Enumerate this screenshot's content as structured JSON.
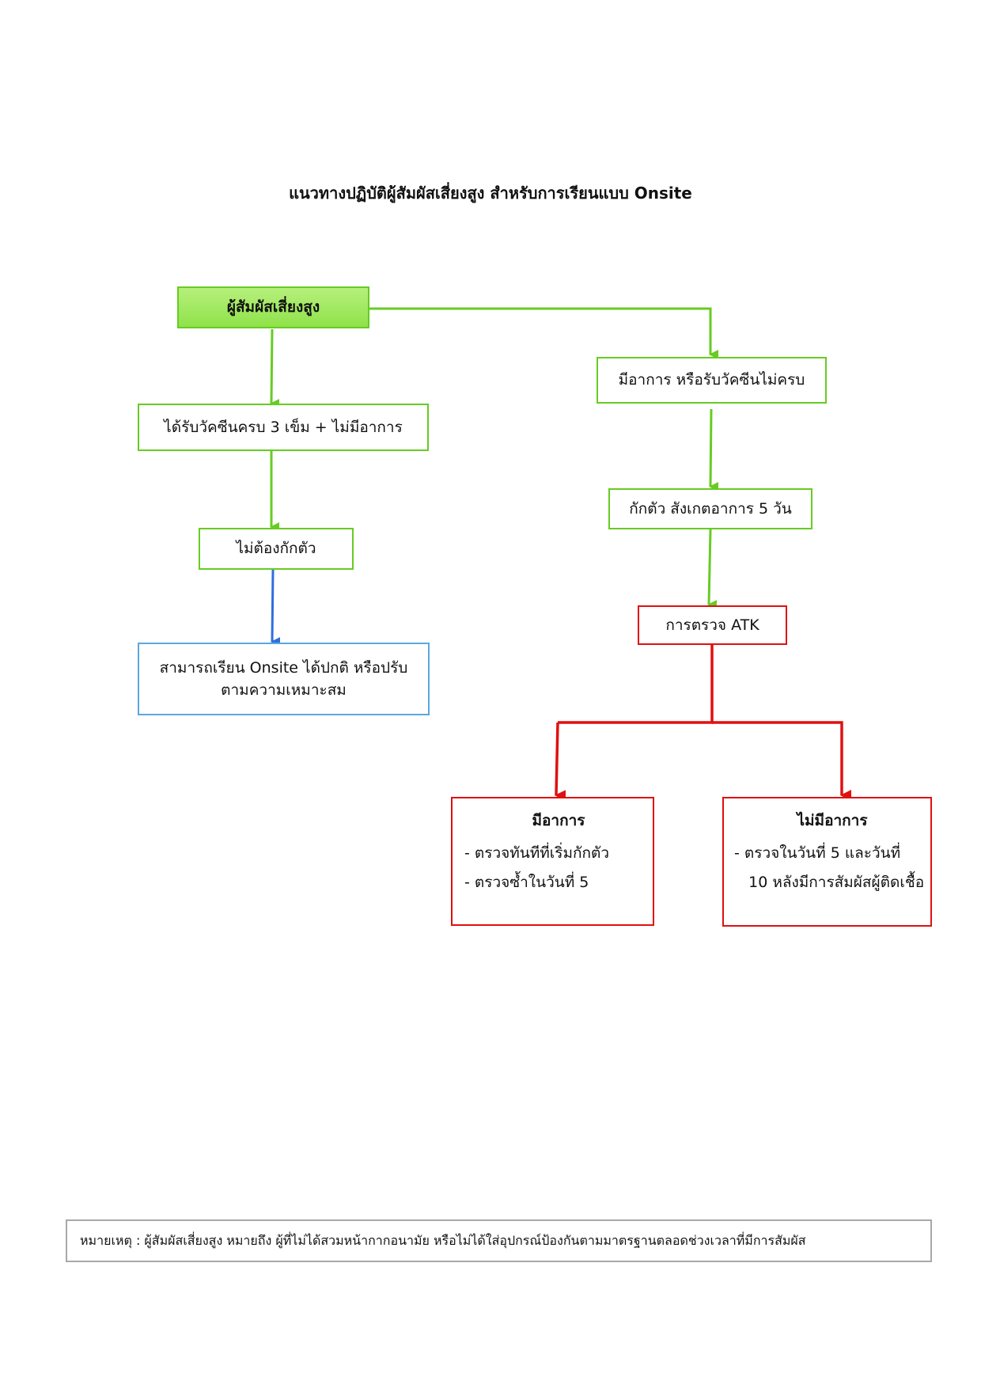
{
  "title": "แนวทางปฏิบัติผู้สัมผัสเสี่ยงสูง สำหรับการเรียนแบบ Onsite",
  "nodes": {
    "start": "ผู้สัมผัสเสี่ยงสูง",
    "vaccinated": "ได้รับวัคซีนครบ 3 เข็ม + ไม่มีอาการ",
    "no_quarantine": "ไม่ต้องกักตัว",
    "onsite": [
      "สามารถเรียน Onsite ได้ปกติ หรือปรับ",
      "ตามความเหมาะสม"
    ],
    "symptoms_or_unvaccinated": "มีอาการ หรือรับวัคซีนไม่ครบ",
    "quarantine": "กักตัว สังเกตอาการ 5 วัน",
    "atk": "การตรวจ ATK",
    "symptomatic": {
      "heading": "มีอาการ",
      "lines": [
        "- ตรวจทันทีที่เริ่มกักตัว",
        "- ตรวจซ้ำในวันที่ 5"
      ]
    },
    "asymptomatic": {
      "heading": "ไม่มีอาการ",
      "lines": [
        "- ตรวจในวันที่ 5 และวันที่",
        "   10 หลังมีการสัมผัสผู้ติดเชื้อ"
      ]
    }
  },
  "note": "หมายเหตุ : ผู้สัมผัสเสี่ยงสูง หมายถึง ผู้ที่ไม่ได้สวมหน้ากากอนามัย หรือไม่ได้ใส่อุปกรณ์ป้องกันตามมาตรฐานตลอดช่วงเวลาที่มีการสัมผัส",
  "colors": {
    "green": "#66cc22",
    "red": "#e01010",
    "blue": "#2f6fe0",
    "light_blue": "#5aa8e0"
  }
}
